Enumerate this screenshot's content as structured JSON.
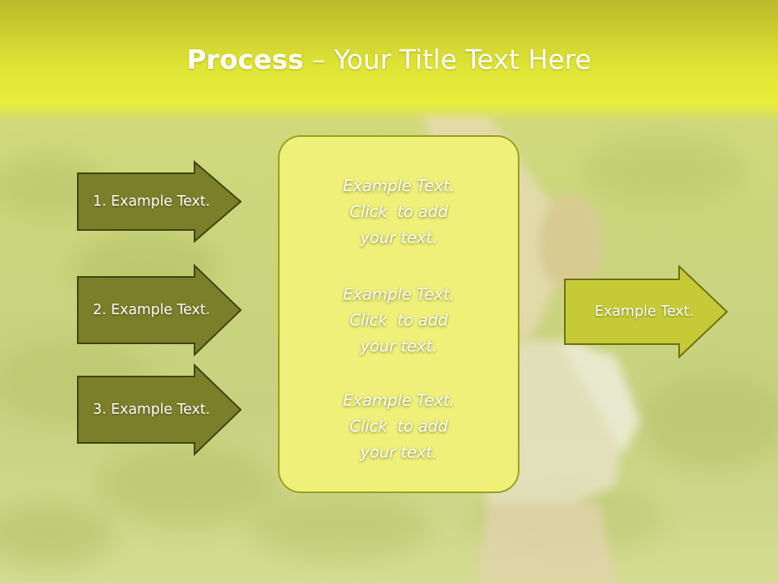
{
  "colors": {
    "arrow_dark_fill": "#7b7f2a",
    "arrow_dark_stroke": "#41430f",
    "arrow_light_fill": "#c6ca36",
    "arrow_light_stroke": "#6d7014",
    "panel_fill": "#eef07a",
    "title_band": "#e6e832"
  },
  "slide": {
    "title_bold": "Process",
    "title_rest": " – Your Title Text Here",
    "background_image": "blurred photo of woman stretching in a green field"
  },
  "left_arrows": [
    {
      "label": "1. Example Text."
    },
    {
      "label": "2. Example Text."
    },
    {
      "label": "3. Example Text."
    }
  ],
  "center_panel": {
    "blocks": [
      {
        "line1": "Example Text.",
        "line2": "Click  to add",
        "line3": "your text."
      },
      {
        "line1": "Example Text.",
        "line2": "Click  to add",
        "line3": "your text."
      },
      {
        "line1": "Example Text.",
        "line2": "Click  to add",
        "line3": "your text."
      }
    ]
  },
  "right_arrow": {
    "label": "Example Text."
  }
}
